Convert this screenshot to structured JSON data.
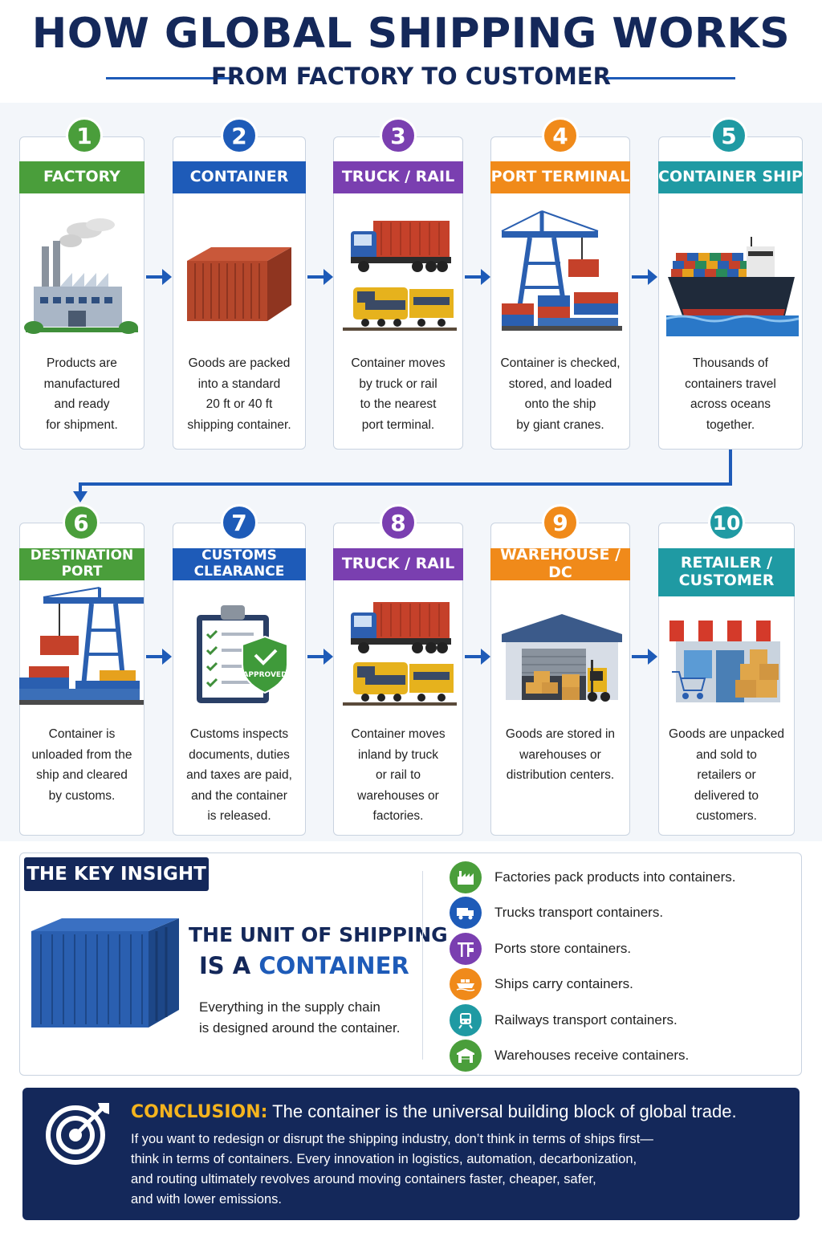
{
  "header": {
    "title": "HOW GLOBAL SHIPPING WORKS",
    "subtitle": "FROM FACTORY TO CUSTOMER"
  },
  "steps": [
    {
      "number": "1",
      "label": "FACTORY",
      "color": "#4a9e3b",
      "desc": [
        "Products are",
        "manufactured",
        "and ready",
        "for shipment."
      ],
      "icon": "factory-illustration"
    },
    {
      "number": "2",
      "label": "CONTAINER",
      "color": "#1e5bb8",
      "desc": [
        "Goods are packed",
        "into a standard",
        "20 ft or 40 ft",
        "shipping container."
      ],
      "icon": "shipping-container-illustration"
    },
    {
      "number": "3",
      "label": "TRUCK / RAIL",
      "color": "#7a3fb0",
      "desc": [
        "Container moves",
        "by truck or rail",
        "to the nearest",
        "port terminal."
      ],
      "icon": "truck-and-train-illustration"
    },
    {
      "number": "4",
      "label": "PORT TERMINAL",
      "color": "#f08a1a",
      "desc": [
        "Container is checked,",
        "stored, and loaded",
        "onto the ship",
        "by giant cranes."
      ],
      "icon": "port-crane-illustration"
    },
    {
      "number": "5",
      "label": "CONTAINER SHIP",
      "color": "#1f9aa3",
      "desc": [
        "Thousands of",
        "containers travel",
        "across oceans",
        "together."
      ],
      "icon": "container-ship-illustration"
    },
    {
      "number": "6",
      "label": "DESTINATION PORT",
      "color": "#4a9e3b",
      "desc": [
        "Container is",
        "unloaded from the",
        "ship and cleared",
        "by customs."
      ],
      "icon": "destination-crane-illustration"
    },
    {
      "number": "7",
      "label": "CUSTOMS CLEARANCE",
      "color": "#1e5bb8",
      "desc": [
        "Customs inspects",
        "documents, duties",
        "and taxes are paid,",
        "and the container",
        "is released."
      ],
      "icon": "customs-clipboard-illustration",
      "stamp": "APPROVED"
    },
    {
      "number": "8",
      "label": "TRUCK / RAIL",
      "color": "#7a3fb0",
      "desc": [
        "Container moves",
        "inland by truck",
        "or rail to",
        "warehouses or",
        "factories."
      ],
      "icon": "truck-and-train-illustration"
    },
    {
      "number": "9",
      "label": "WAREHOUSE / DC",
      "color": "#f08a1a",
      "desc": [
        "Goods are stored in",
        "warehouses or",
        "distribution centers."
      ],
      "icon": "warehouse-illustration"
    },
    {
      "number": "10",
      "label": "RETAILER / CUSTOMER",
      "label_lines": [
        "RETAILER /",
        "CUSTOMER"
      ],
      "color": "#1f9aa3",
      "desc": [
        "Goods are unpacked",
        "and sold to",
        "retailers or",
        "delivered to",
        "customers."
      ],
      "icon": "storefront-illustration"
    }
  ],
  "insight": {
    "tag": "THE KEY INSIGHT",
    "line1": "THE UNIT OF SHIPPING",
    "line2_prefix": "IS A",
    "line2_highlight": "CONTAINER",
    "body_lines": [
      "Everything in the supply chain",
      "is designed around the container."
    ],
    "facts": [
      {
        "text": "Factories pack products into containers.",
        "color": "#4a9e3b",
        "icon": "factory-icon"
      },
      {
        "text": "Trucks transport containers.",
        "color": "#1e5bb8",
        "icon": "truck-icon"
      },
      {
        "text": "Ports store containers.",
        "color": "#7a3fb0",
        "icon": "crane-icon"
      },
      {
        "text": "Ships carry containers.",
        "color": "#f08a1a",
        "icon": "ship-icon"
      },
      {
        "text": "Railways transport containers.",
        "color": "#1f9aa3",
        "icon": "train-icon"
      },
      {
        "text": "Warehouses receive containers.",
        "color": "#4a9e3b",
        "icon": "warehouse-icon"
      }
    ]
  },
  "conclusion": {
    "label": "CONCLUSION:",
    "headline": "The container is the universal building block of global trade.",
    "body_lines": [
      "If you want to redesign or disrupt the shipping industry, don’t think in terms of ships first—",
      "think in terms of containers. Every innovation in logistics, automation, decarbonization,",
      "and routing ultimately revolves around moving containers faster, cheaper, safer,",
      "and with lower emissions."
    ]
  }
}
